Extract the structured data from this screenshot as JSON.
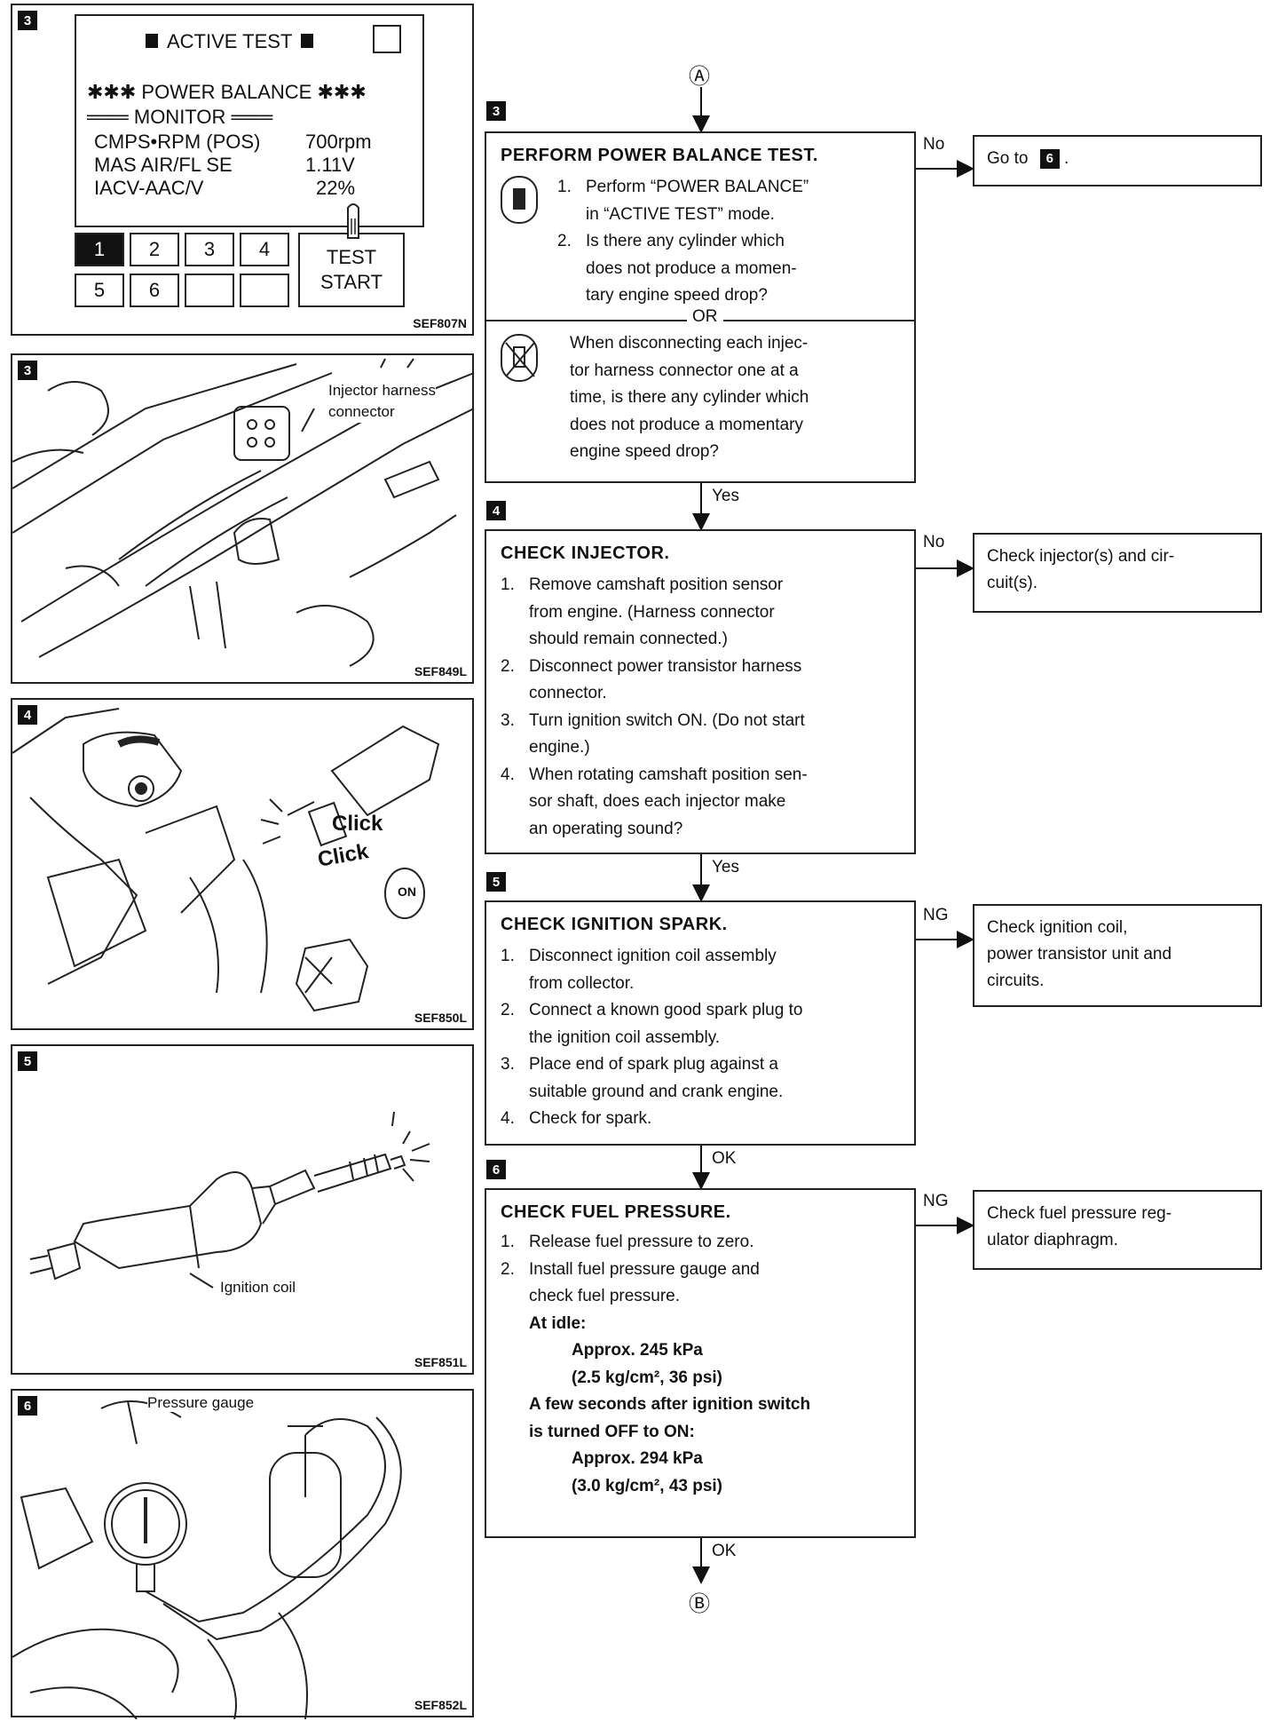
{
  "figures": {
    "fig3_screen": {
      "badge": "3",
      "header": "ACTIVE TEST",
      "line1": "✱✱✱ POWER BALANCE ✱✱✱",
      "line2": "═══ MONITOR ═══",
      "rows": [
        {
          "label": "CMPS•RPM (POS)",
          "value": "700rpm"
        },
        {
          "label": "MAS AIR/FL SE",
          "value": "1.11V"
        },
        {
          "label": "IACV-AAC/V",
          "value": "22%"
        }
      ],
      "keys": [
        "1",
        "2",
        "3",
        "4",
        "5",
        "6",
        "",
        ""
      ],
      "test_start": [
        "TEST",
        "START"
      ],
      "code": "SEF807N"
    },
    "fig3_photo": {
      "badge": "3",
      "callout": [
        "Injector harness",
        "connector"
      ],
      "code": "SEF849L"
    },
    "fig4_photo": {
      "badge": "4",
      "click1": "Click",
      "click2": "Click",
      "on_label": "ON",
      "code": "SEF850L"
    },
    "fig5_photo": {
      "badge": "5",
      "callout": "Ignition coil",
      "code": "SEF851L"
    },
    "fig6_photo": {
      "badge": "6",
      "callout": "Pressure gauge",
      "code": "SEF852L"
    }
  },
  "flow": {
    "connector_top": "Ⓐ",
    "connector_bottom": "Ⓑ",
    "step3": {
      "badge": "3",
      "title": "PERFORM POWER BALANCE TEST.",
      "items": [
        {
          "n": "1.",
          "text": "Perform “POWER BALANCE”"
        },
        {
          "n": "",
          "text": "in “ACTIVE TEST” mode."
        },
        {
          "n": "2.",
          "text": "Is there any cylinder which"
        },
        {
          "n": "",
          "text": "does not produce a momen-"
        },
        {
          "n": "",
          "text": "tary engine speed drop?"
        }
      ],
      "or": "OR",
      "alt": [
        "When disconnecting each injec-",
        "tor harness connector one at a",
        "time, is there any cylinder which",
        "does not produce a momentary",
        "engine speed drop?"
      ],
      "no_label": "No",
      "no_result": "Go to",
      "no_result_badge": "6",
      "yes_label": "Yes"
    },
    "step4": {
      "badge": "4",
      "title": "CHECK INJECTOR.",
      "items": [
        {
          "n": "1.",
          "text": "Remove camshaft position sensor"
        },
        {
          "n": "",
          "text": "from engine. (Harness connector"
        },
        {
          "n": "",
          "text": "should remain connected.)"
        },
        {
          "n": "2.",
          "text": "Disconnect power transistor harness"
        },
        {
          "n": "",
          "text": "connector."
        },
        {
          "n": "3.",
          "text": "Turn ignition switch ON. (Do not start"
        },
        {
          "n": "",
          "text": "engine.)"
        },
        {
          "n": "4.",
          "text": "When rotating camshaft position sen-"
        },
        {
          "n": "",
          "text": "sor shaft, does each injector make"
        },
        {
          "n": "",
          "text": "an operating sound?"
        }
      ],
      "no_label": "No",
      "no_result": [
        "Check injector(s) and cir-",
        "cuit(s)."
      ],
      "yes_label": "Yes"
    },
    "step5": {
      "badge": "5",
      "title": "CHECK IGNITION SPARK.",
      "items": [
        {
          "n": "1.",
          "text": "Disconnect ignition coil assembly"
        },
        {
          "n": "",
          "text": "from collector."
        },
        {
          "n": "2.",
          "text": "Connect a known good spark plug to"
        },
        {
          "n": "",
          "text": "the ignition coil assembly."
        },
        {
          "n": "3.",
          "text": "Place end of spark plug against a"
        },
        {
          "n": "",
          "text": "suitable ground and crank engine."
        },
        {
          "n": "4.",
          "text": "Check for spark."
        }
      ],
      "ng_label": "NG",
      "ng_result": [
        "Check ignition coil,",
        "power transistor unit and",
        "circuits."
      ],
      "ok_label": "OK"
    },
    "step6": {
      "badge": "6",
      "title": "CHECK FUEL PRESSURE.",
      "item1_n": "1.",
      "item1": "Release fuel pressure to zero.",
      "item2_n": "2.",
      "item2": [
        "Install fuel pressure gauge and",
        "check fuel pressure."
      ],
      "at_idle": "At idle:",
      "idle_val1": "Approx. 245 kPa",
      "idle_val2": "(2.5 kg/cm², 36 psi)",
      "after": [
        "A few seconds after ignition switch",
        "is turned OFF to ON:"
      ],
      "after_val1": "Approx. 294 kPa",
      "after_val2": "(3.0 kg/cm², 43 psi)",
      "ng_label": "NG",
      "ng_result": [
        "Check fuel pressure reg-",
        "ulator diaphragm."
      ],
      "ok_label": "OK"
    }
  }
}
